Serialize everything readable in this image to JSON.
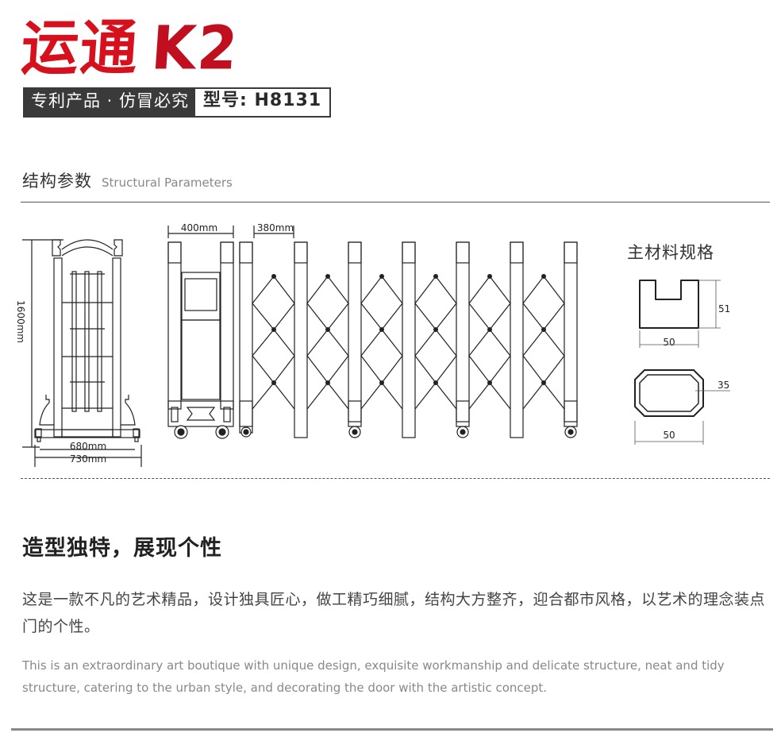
{
  "brand": {
    "name": "运通",
    "model_series": "K2",
    "tagline": "专利产品 · 仿冒必究",
    "model_label": "型号: H8131",
    "accent_color": "#d6101c",
    "dark_color": "#3a3a3a"
  },
  "structure_section": {
    "title_cn": "结构参数",
    "title_en": "Structural Parameters",
    "side_view": {
      "height_label": "1600mm",
      "inner_width_label": "680mm",
      "outer_width_label": "730mm"
    },
    "front_view": {
      "head_width_label": "400mm",
      "section_width_label": "380mm"
    },
    "material_spec": {
      "title": "主材料规格",
      "profile_1": {
        "width_label": "50",
        "height_label": "51"
      },
      "profile_2": {
        "width_label": "50",
        "thickness_label": "35"
      }
    }
  },
  "feature": {
    "title": "造型独特，展现个性",
    "description_cn": "这是一款不凡的艺术精品，设计独具匠心，做工精巧细腻，结构大方整齐，迎合都市风格，以艺术的理念装点门的个性。",
    "description_en": "This is an extraordinary art boutique with unique design, exquisite workmanship and delicate structure, neat and tidy structure, catering to the urban style, and decorating the door with the artistic concept."
  }
}
